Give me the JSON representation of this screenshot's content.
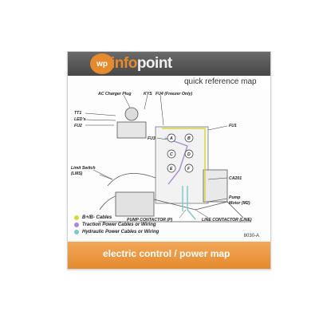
{
  "header": {
    "logo_badge": "wp",
    "brand_prefix": "info",
    "brand_suffix": "point",
    "subtitle": "quick reference map"
  },
  "diagram_labels": {
    "ac_charger_plug": "AC Charger Plug",
    "kys": "KYS",
    "fu4": "FU4 (Freezer Only)",
    "tt1": "TT1",
    "leds": "LED's",
    "fu2": "FU2",
    "fu3": "FU3",
    "fu1": "FU1",
    "limit_switch_1": "Limit Switch",
    "limit_switch_2": "(LMS)",
    "ca201": "CA201",
    "pump_motor_1": "Pump",
    "pump_motor_2": "Motor (M2)",
    "pump_contactor": "PUMP CONTACTOR (P)",
    "line_contactor": "LINE CONTACTOR (LINE)",
    "circle_labels": [
      "A",
      "B",
      "C",
      "D",
      "E",
      "F"
    ]
  },
  "legend": {
    "items": [
      {
        "label": "B+/B- Cables",
        "color": "#d8d63a"
      },
      {
        "label": "Traction Power Cables or Wiring",
        "color": "#a98ad6"
      },
      {
        "label": "Hydraulic Power Cables or Wiring",
        "color": "#7ec7c8"
      }
    ]
  },
  "doc_code": "8030-A",
  "footer": {
    "title": "electric control / power map"
  }
}
